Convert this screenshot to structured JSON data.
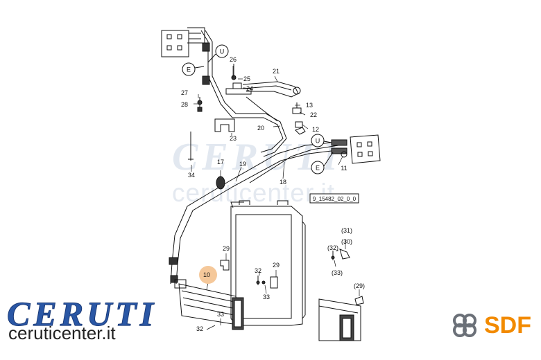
{
  "watermark": {
    "brand": "CERUTI",
    "site": "ceruticenter.it"
  },
  "reference_code": "9_15482_02_0_0",
  "connector_labels": {
    "upper": "U",
    "lower": "E"
  },
  "parts": {
    "p10": "10",
    "p11": "11",
    "p12": "12",
    "p13": "13",
    "p17": "17",
    "p18": "18",
    "p19": "19",
    "p20": "20",
    "p21": "21",
    "p22": "22",
    "p23": "23",
    "p24": "24",
    "p25": "25",
    "p26": "26",
    "p27": "27",
    "p28": "28",
    "p29": "29",
    "p32": "32",
    "p33": "33",
    "p34": "34",
    "p30": "(30)",
    "p31": "(31)",
    "p32b": "(32)",
    "p33b": "(33)",
    "p29b": "(29)"
  },
  "logos": {
    "ceruti": "CERUTI",
    "ceruti_site": "ceruticenter.it",
    "sdf": "SDF",
    "sdf_color": "#f28a00",
    "ceruti_color": "#2a57a5",
    "highlight_color": "#f5c89a"
  }
}
